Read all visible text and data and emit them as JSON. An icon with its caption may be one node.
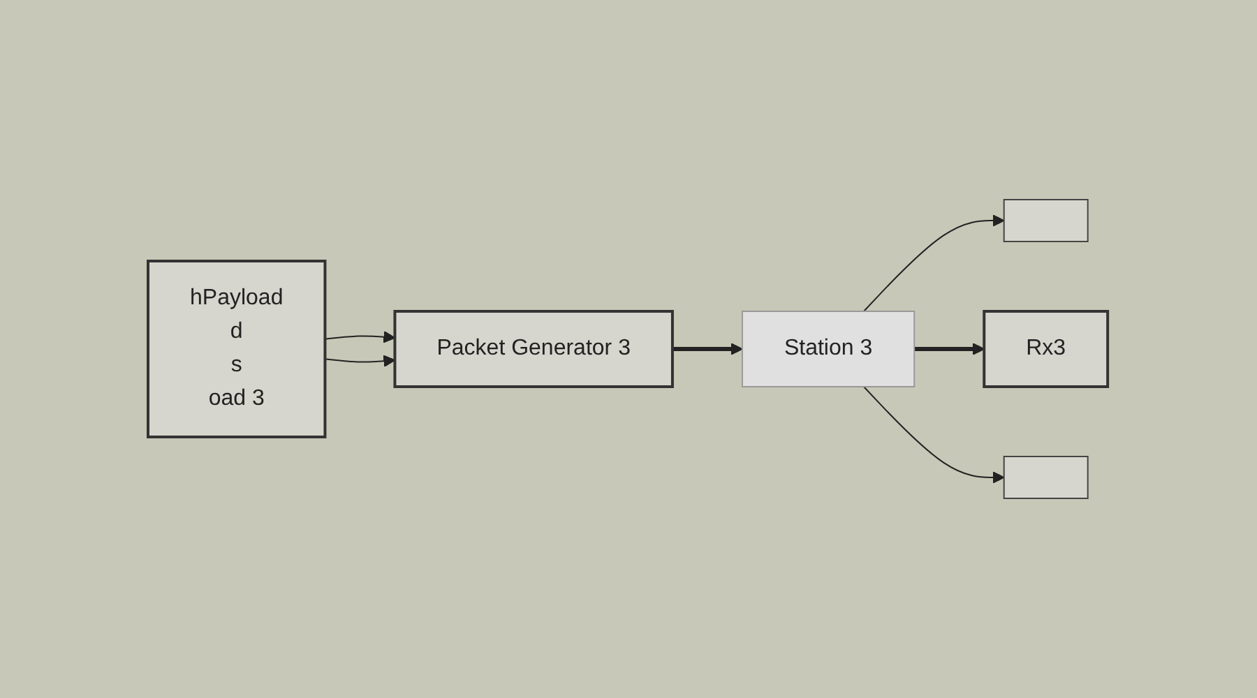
{
  "diagram": {
    "nodes": [
      {
        "text": [
          "hPayload",
          "d",
          "s",
          "oad 3"
        ]
      },
      {
        "text": [
          "Packet Generator 3"
        ]
      },
      {
        "text": [
          "Station 3"
        ]
      },
      {
        "text": [],
        "shape": "box"
      },
      {
        "text": [
          "Rx3"
        ]
      },
      {
        "text": [],
        "shape": "box"
      }
    ],
    "edges": [
      {
        "from": 0,
        "to": 1,
        "arrow": "to"
      },
      {
        "from": 0,
        "to": 1,
        "arrow": "to"
      },
      {
        "from": 1,
        "to": 2,
        "arrow": "to",
        "style": "thick"
      },
      {
        "from": 2,
        "to": 3,
        "arrow": "to"
      },
      {
        "from": 2,
        "to": 4,
        "arrow": "to",
        "style": "thick"
      },
      {
        "from": 2,
        "to": 5,
        "arrow": "to"
      }
    ]
  }
}
